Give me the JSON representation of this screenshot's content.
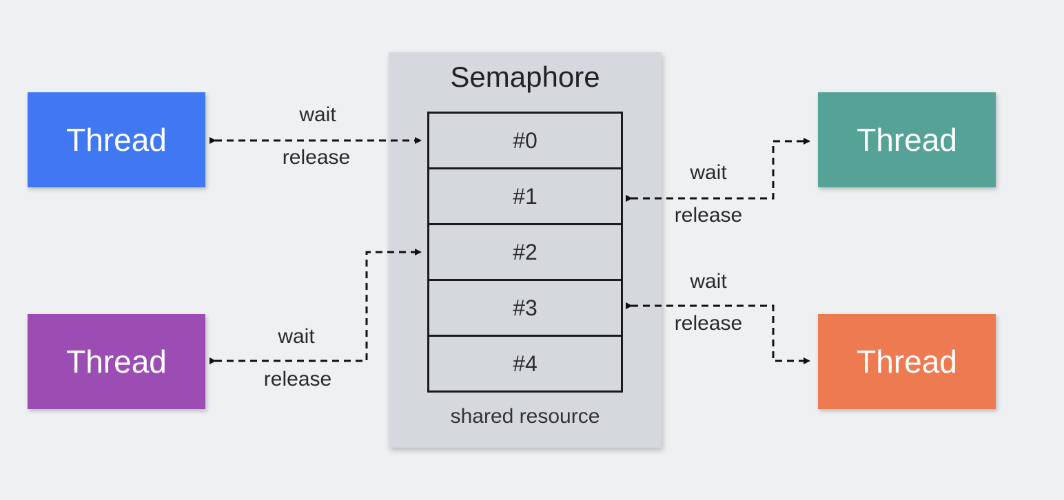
{
  "semaphore": {
    "title": "Semaphore",
    "slots": [
      "#0",
      "#1",
      "#2",
      "#3",
      "#4"
    ],
    "footer": "shared resource"
  },
  "threads": [
    {
      "label": "Thread",
      "color": "#3f78f2"
    },
    {
      "label": "Thread",
      "color": "#9c4db4"
    },
    {
      "label": "Thread",
      "color": "#55a396"
    },
    {
      "label": "Thread",
      "color": "#ee7a51"
    }
  ],
  "connections": [
    {
      "wait": "wait",
      "release": "release"
    },
    {
      "wait": "wait",
      "release": "release"
    },
    {
      "wait": "wait",
      "release": "release"
    },
    {
      "wait": "wait",
      "release": "release"
    }
  ],
  "colors": {
    "background": "#eef0f2",
    "panel": "#d5d8dc",
    "line": "#111111"
  }
}
